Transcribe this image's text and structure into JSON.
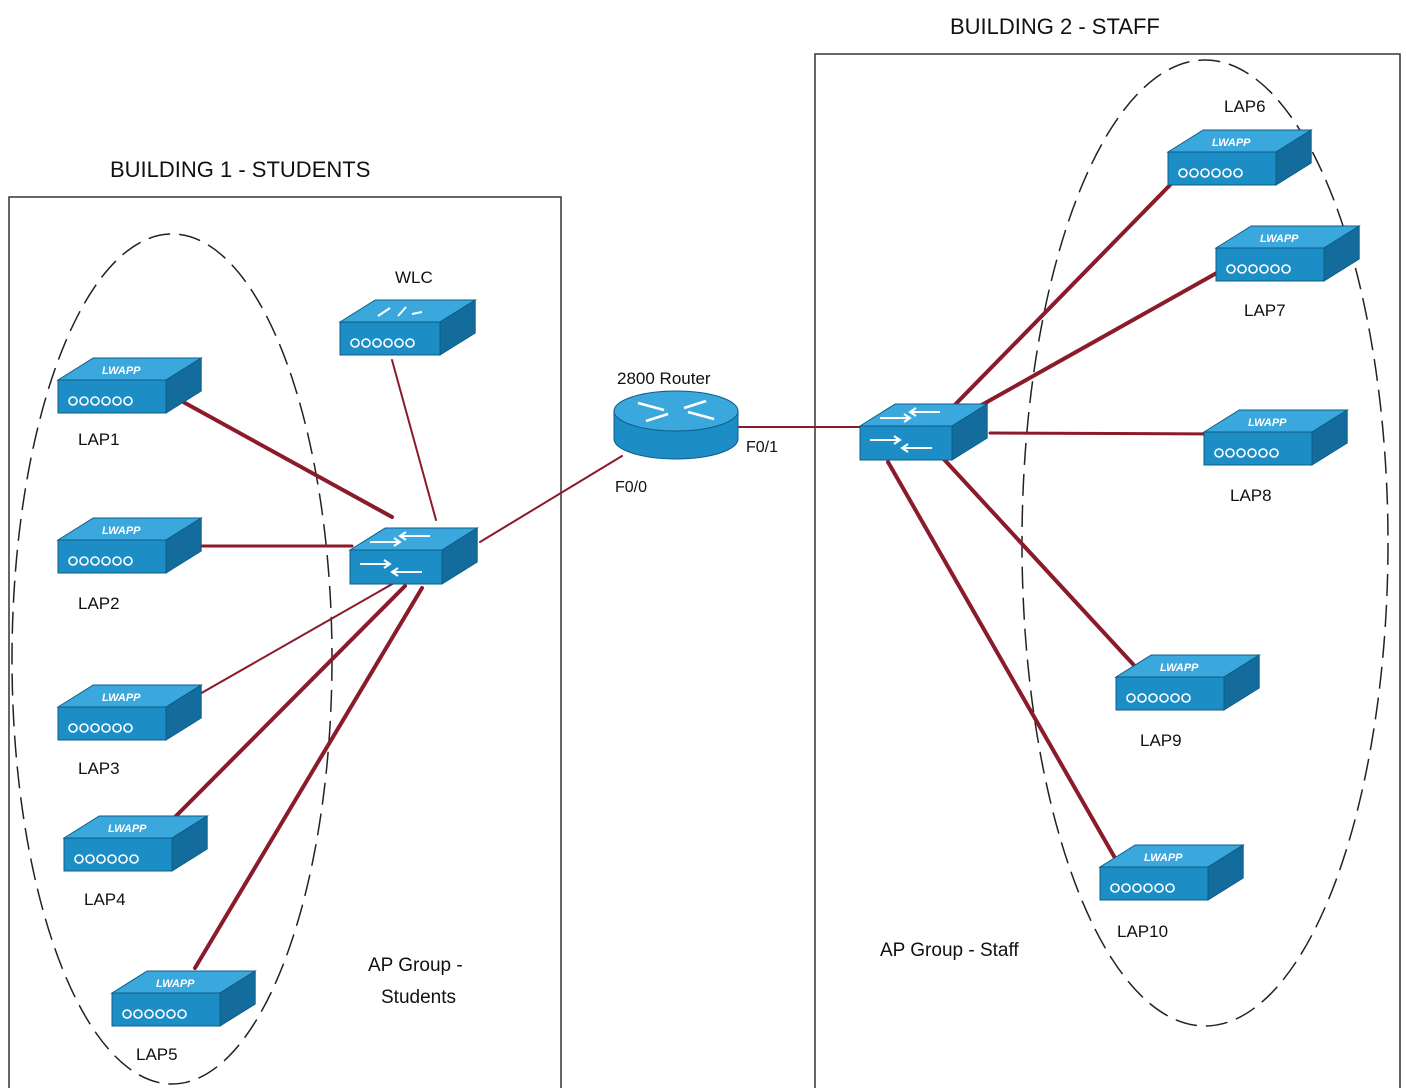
{
  "buildings": [
    {
      "id": "b1",
      "title": "BUILDING 1 - STUDENTS"
    },
    {
      "id": "b2",
      "title": "BUILDING 2 - STAFF"
    }
  ],
  "groups": [
    {
      "id": "g1",
      "lines": [
        "AP Group -",
        "Students"
      ]
    },
    {
      "id": "g2",
      "lines": [
        "AP Group - Staff"
      ]
    }
  ],
  "devices": {
    "wlc": {
      "label": "WLC",
      "type": "controller"
    },
    "router": {
      "label": "2800 Router",
      "type": "router"
    },
    "switch1": {
      "label": "",
      "type": "switch"
    },
    "switch2": {
      "label": "",
      "type": "switch"
    },
    "aps": [
      {
        "id": "lap1",
        "label": "LAP1",
        "badge": "LWAPP"
      },
      {
        "id": "lap2",
        "label": "LAP2",
        "badge": "LWAPP"
      },
      {
        "id": "lap3",
        "label": "LAP3",
        "badge": "LWAPP"
      },
      {
        "id": "lap4",
        "label": "LAP4",
        "badge": "LWAPP"
      },
      {
        "id": "lap5",
        "label": "LAP5",
        "badge": "LWAPP"
      },
      {
        "id": "lap6",
        "label": "LAP6",
        "badge": "LWAPP"
      },
      {
        "id": "lap7",
        "label": "LAP7",
        "badge": "LWAPP"
      },
      {
        "id": "lap8",
        "label": "LAP8",
        "badge": "LWAPP"
      },
      {
        "id": "lap9",
        "label": "LAP9",
        "badge": "LWAPP"
      },
      {
        "id": "lap10",
        "label": "LAP10",
        "badge": "LWAPP"
      }
    ]
  },
  "ports": {
    "router_left": "F0/0",
    "router_right": "F0/1"
  },
  "colors": {
    "link": "#8b1a2a",
    "device_top": "#3aa8dc",
    "device_front": "#1d8dc6",
    "device_side": "#136c9c",
    "box_border": "#333333"
  }
}
